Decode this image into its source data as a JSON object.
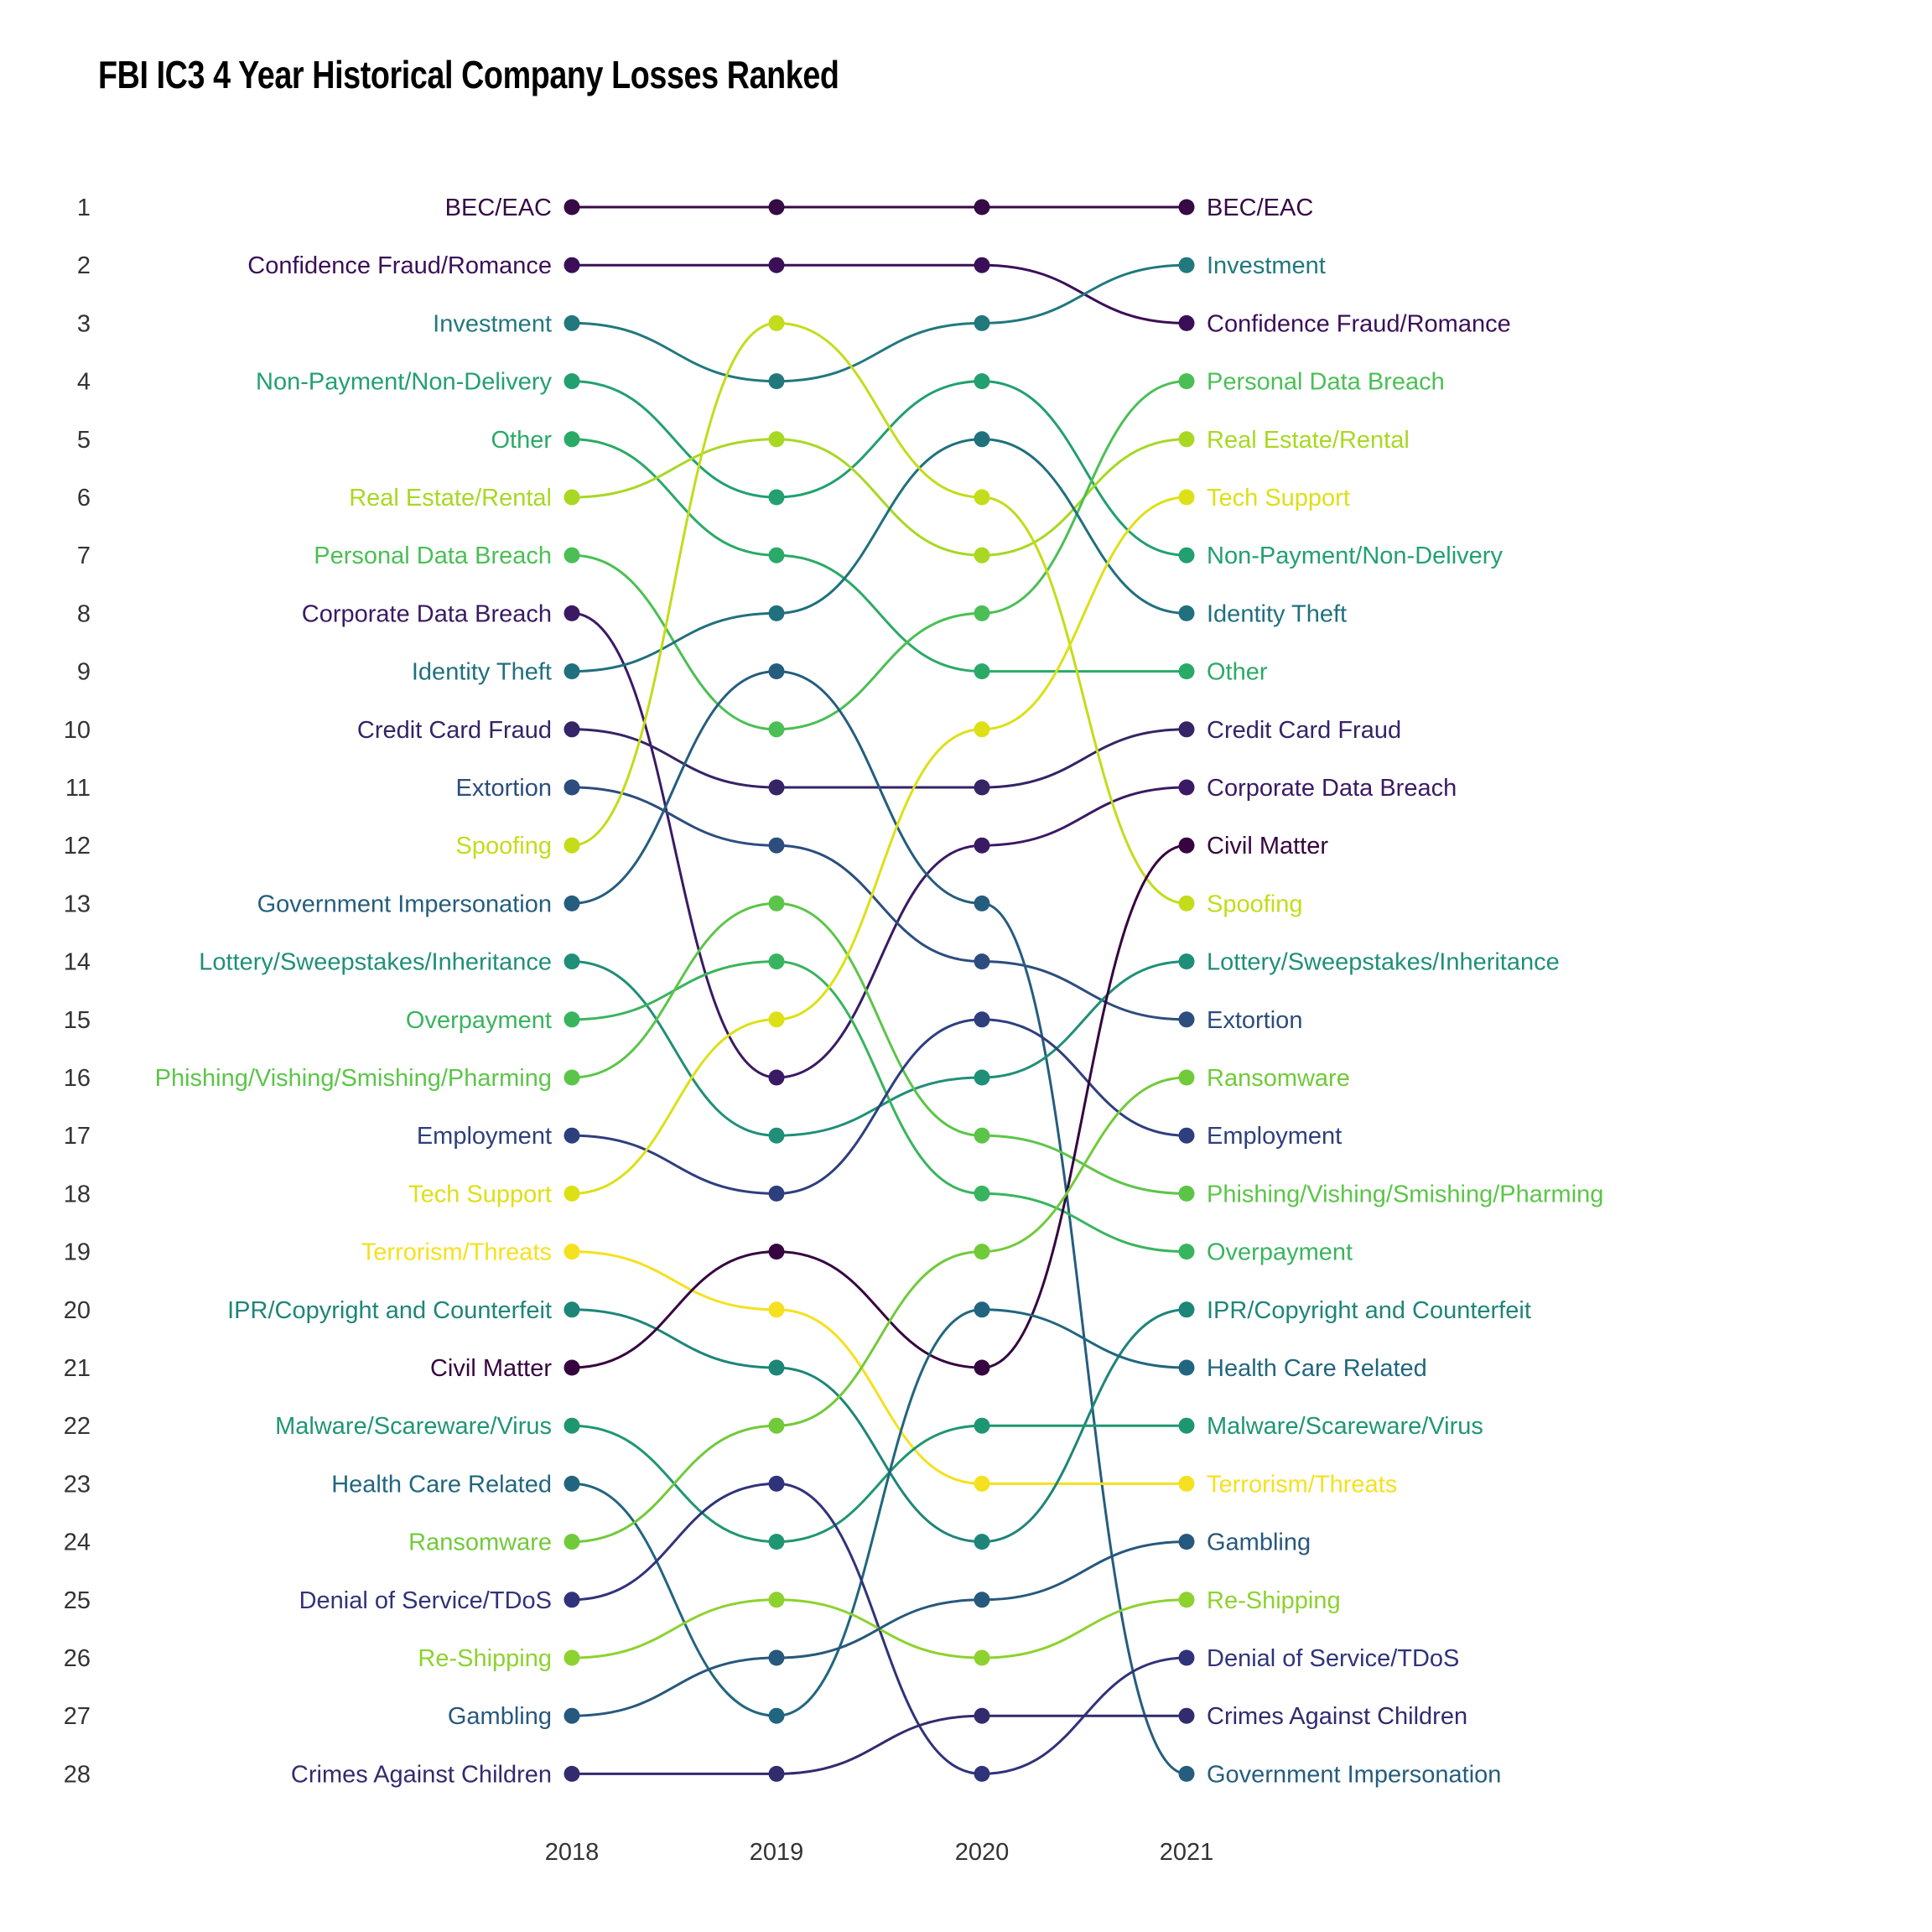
{
  "chart_data": {
    "type": "bump",
    "title": "FBI IC3 4 Year Historical Company Losses Ranked",
    "xlabel": "",
    "ylabel": "",
    "years": [
      "2018",
      "2019",
      "2020",
      "2021"
    ],
    "rank_ticks": [
      1,
      2,
      3,
      4,
      5,
      6,
      7,
      8,
      9,
      10,
      11,
      12,
      13,
      14,
      15,
      16,
      17,
      18,
      19,
      20,
      21,
      22,
      23,
      24,
      25,
      26,
      27,
      28
    ],
    "series": [
      {
        "name": "BEC/EAC",
        "color": "#350a45",
        "ranks": [
          1,
          1,
          1,
          1
        ]
      },
      {
        "name": "Confidence Fraud/Romance",
        "color": "#3b0f58",
        "ranks": [
          2,
          2,
          2,
          3
        ]
      },
      {
        "name": "Investment",
        "color": "#21787d",
        "ranks": [
          3,
          4,
          3,
          2
        ]
      },
      {
        "name": "Non-Payment/Non-Delivery",
        "color": "#22a06f",
        "ranks": [
          4,
          6,
          4,
          7
        ]
      },
      {
        "name": "Other",
        "color": "#2aaa67",
        "ranks": [
          5,
          7,
          9,
          9
        ]
      },
      {
        "name": "Real Estate/Rental",
        "color": "#a8d822",
        "ranks": [
          6,
          5,
          7,
          5
        ]
      },
      {
        "name": "Personal Data Breach",
        "color": "#4bbf55",
        "ranks": [
          7,
          10,
          8,
          4
        ]
      },
      {
        "name": "Corporate Data Breach",
        "color": "#3a1a64",
        "ranks": [
          8,
          16,
          12,
          11
        ]
      },
      {
        "name": "Identity Theft",
        "color": "#20707e",
        "ranks": [
          9,
          8,
          5,
          8
        ]
      },
      {
        "name": "Credit Card Fraud",
        "color": "#352466",
        "ranks": [
          10,
          11,
          11,
          10
        ]
      },
      {
        "name": "Extortion",
        "color": "#2c4d7e",
        "ranks": [
          11,
          12,
          14,
          15
        ]
      },
      {
        "name": "Spoofing",
        "color": "#c4dc1a",
        "ranks": [
          12,
          3,
          6,
          13
        ]
      },
      {
        "name": "Government Impersonation",
        "color": "#255d7e",
        "ranks": [
          13,
          9,
          13,
          28
        ]
      },
      {
        "name": "Lottery/Sweepstakes/Inheritance",
        "color": "#1f8f78",
        "ranks": [
          14,
          17,
          16,
          14
        ]
      },
      {
        "name": "Overpayment",
        "color": "#39b45e",
        "ranks": [
          15,
          14,
          18,
          19
        ]
      },
      {
        "name": "Phishing/Vishing/Smishing/Pharming",
        "color": "#5cc549",
        "ranks": [
          16,
          13,
          17,
          18
        ]
      },
      {
        "name": "Employment",
        "color": "#2e3f7e",
        "ranks": [
          17,
          18,
          15,
          17
        ]
      },
      {
        "name": "Tech Support",
        "color": "#dde017",
        "ranks": [
          18,
          15,
          10,
          6
        ]
      },
      {
        "name": "Terrorism/Threats",
        "color": "#f5e11f",
        "ranks": [
          19,
          20,
          23,
          23
        ]
      },
      {
        "name": "IPR/Copyright and Counterfeit",
        "color": "#1e8579",
        "ranks": [
          20,
          21,
          24,
          20
        ]
      },
      {
        "name": "Civil Matter",
        "color": "#36053f",
        "ranks": [
          21,
          19,
          21,
          12
        ]
      },
      {
        "name": "Malware/Scareware/Virus",
        "color": "#1f9672",
        "ranks": [
          22,
          24,
          22,
          22
        ]
      },
      {
        "name": "Health Care Related",
        "color": "#21667e",
        "ranks": [
          23,
          27,
          20,
          21
        ]
      },
      {
        "name": "Ransomware",
        "color": "#71ca3a",
        "ranks": [
          24,
          22,
          19,
          16
        ]
      },
      {
        "name": "Denial of Service/TDoS",
        "color": "#30337a",
        "ranks": [
          25,
          23,
          28,
          26
        ]
      },
      {
        "name": "Re-Shipping",
        "color": "#8dd22e",
        "ranks": [
          26,
          25,
          26,
          25
        ]
      },
      {
        "name": "Gambling",
        "color": "#27587d",
        "ranks": [
          27,
          26,
          25,
          24
        ]
      },
      {
        "name": "Crimes Against Children",
        "color": "#322b6e",
        "ranks": [
          28,
          28,
          27,
          27
        ]
      }
    ],
    "grid": false,
    "legend": "direct labels at left (2018) and right (2021)"
  }
}
